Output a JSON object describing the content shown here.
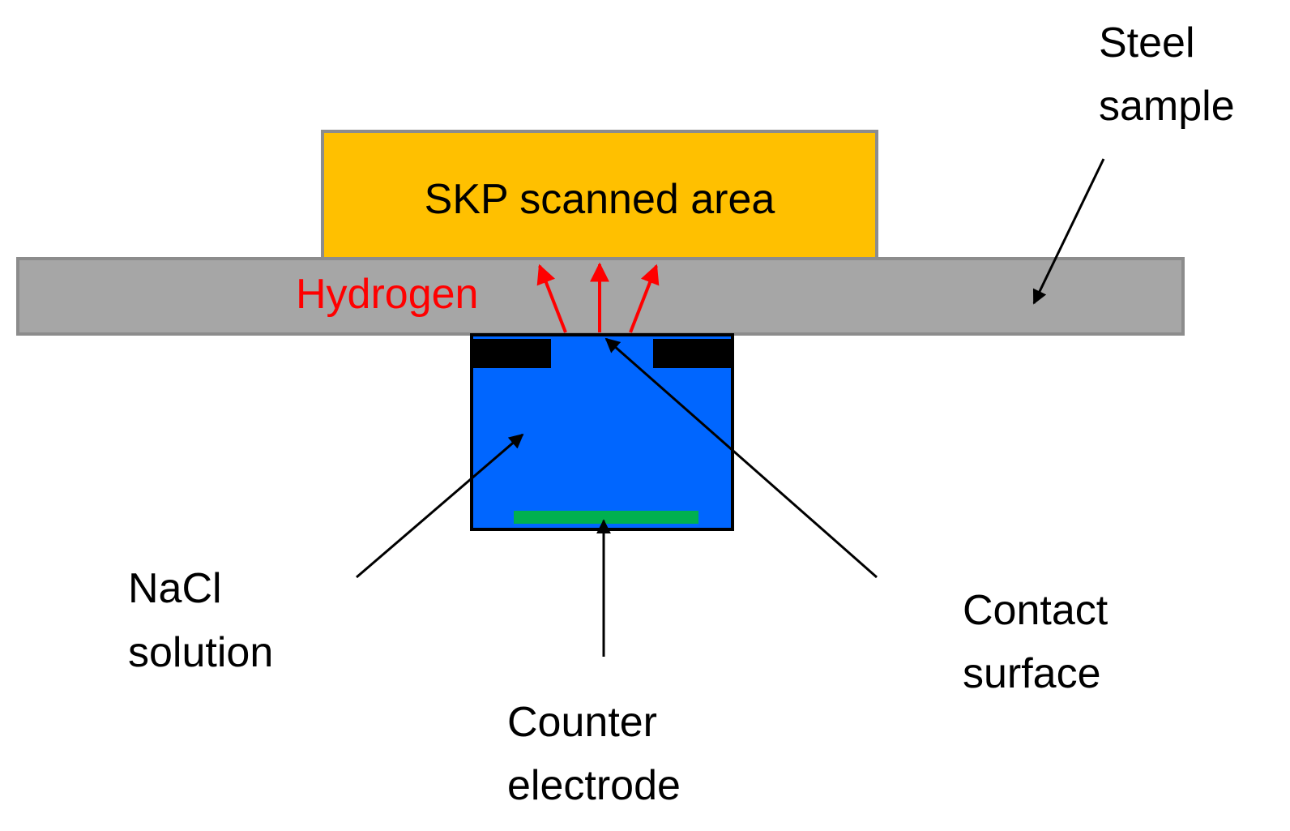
{
  "labels": {
    "skp_area": "SKP scanned area",
    "hydrogen": "Hydrogen",
    "steel_line1": "Steel",
    "steel_line2": "sample",
    "nacl_line1": "NaCl",
    "nacl_line2": "solution",
    "counter_line1": "Counter",
    "counter_line2": "electrode",
    "contact_line1": "Contact",
    "contact_line2": "surface"
  },
  "colors": {
    "skp_area": "#FFC000",
    "steel": "#A6A6A6",
    "nacl_solution": "#0066FF",
    "counter_electrode": "#00B050",
    "hydrogen": "#FF0000",
    "arrow": "#000000",
    "seal": "#000000"
  }
}
